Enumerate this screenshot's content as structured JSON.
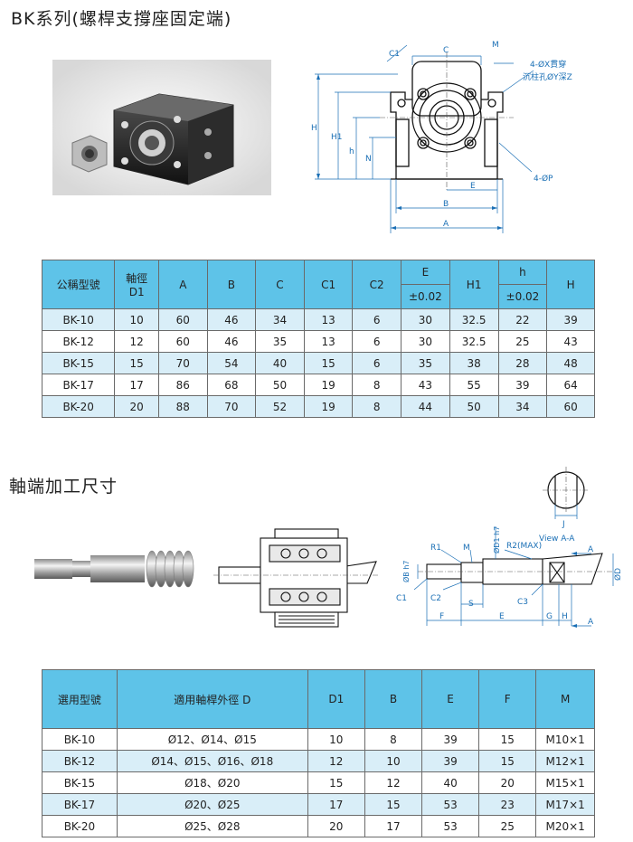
{
  "titles": {
    "support_unit": "BK系列(螺桿支撐座固定端)",
    "shaft_machining": "軸端加工尺寸"
  },
  "diagram1": {
    "labels": {
      "c1": "C1",
      "c": "C",
      "m": "M",
      "hole_note_1": "4-ØX貫穿",
      "hole_note_2": "沉柱孔ØY深Z",
      "h": "H",
      "h1": "H1",
      "h_small": "h",
      "n": "N",
      "p_note": "4-ØP",
      "e": "E",
      "b": "B",
      "a": "A"
    }
  },
  "diagram2": {
    "labels": {
      "j": "J",
      "view": "View A-A",
      "a_top": "A",
      "a_bottom": "A",
      "r1": "R1",
      "m": "M",
      "d1h7": "ØD1 h7",
      "r2": "R2(MAX)",
      "bh7": "ØB h7",
      "d": "ØD",
      "c1": "C1",
      "c2": "C2",
      "s": "S",
      "c3": "C3",
      "f": "F",
      "e": "E",
      "g": "G",
      "h": "H"
    }
  },
  "spec_table": {
    "headers": {
      "model": "公稱型號",
      "shaft_line1": "軸徑",
      "shaft_line2": "D1",
      "a": "A",
      "b": "B",
      "c": "C",
      "c1": "C1",
      "c2": "C2",
      "e": "E",
      "e_tol": "±0.02",
      "h1": "H1",
      "h_small": "h",
      "h_tol": "±0.02",
      "h_big": "H"
    },
    "rows": [
      [
        "BK-10",
        "10",
        "60",
        "46",
        "34",
        "13",
        "6",
        "30",
        "32.5",
        "22",
        "39"
      ],
      [
        "BK-12",
        "12",
        "60",
        "46",
        "35",
        "13",
        "6",
        "30",
        "32.5",
        "25",
        "43"
      ],
      [
        "BK-15",
        "15",
        "70",
        "54",
        "40",
        "15",
        "6",
        "35",
        "38",
        "28",
        "48"
      ],
      [
        "BK-17",
        "17",
        "86",
        "68",
        "50",
        "19",
        "8",
        "43",
        "55",
        "39",
        "64"
      ],
      [
        "BK-20",
        "20",
        "88",
        "70",
        "52",
        "19",
        "8",
        "44",
        "50",
        "34",
        "60"
      ]
    ]
  },
  "shaft_table": {
    "headers": {
      "model": "選用型號",
      "diameter": "適用軸桿外徑 D",
      "d1": "D1",
      "b": "B",
      "e": "E",
      "f": "F",
      "m": "M"
    },
    "rows": [
      [
        "BK-10",
        "Ø12、Ø14、Ø15",
        "10",
        "8",
        "39",
        "15",
        "M10×1"
      ],
      [
        "BK-12",
        "Ø14、Ø15、Ø16、Ø18",
        "12",
        "10",
        "39",
        "15",
        "M12×1"
      ],
      [
        "BK-15",
        "Ø18、Ø20",
        "15",
        "12",
        "40",
        "20",
        "M15×1"
      ],
      [
        "BK-17",
        "Ø20、Ø25",
        "17",
        "15",
        "53",
        "23",
        "M17×1"
      ],
      [
        "BK-20",
        "Ø25、Ø28",
        "20",
        "17",
        "53",
        "25",
        "M20×1"
      ]
    ]
  },
  "colors": {
    "header_bg": "#5ec3e8",
    "alt_row_bg": "#d9eef8",
    "dimension_blue": "#1a6fb5"
  }
}
